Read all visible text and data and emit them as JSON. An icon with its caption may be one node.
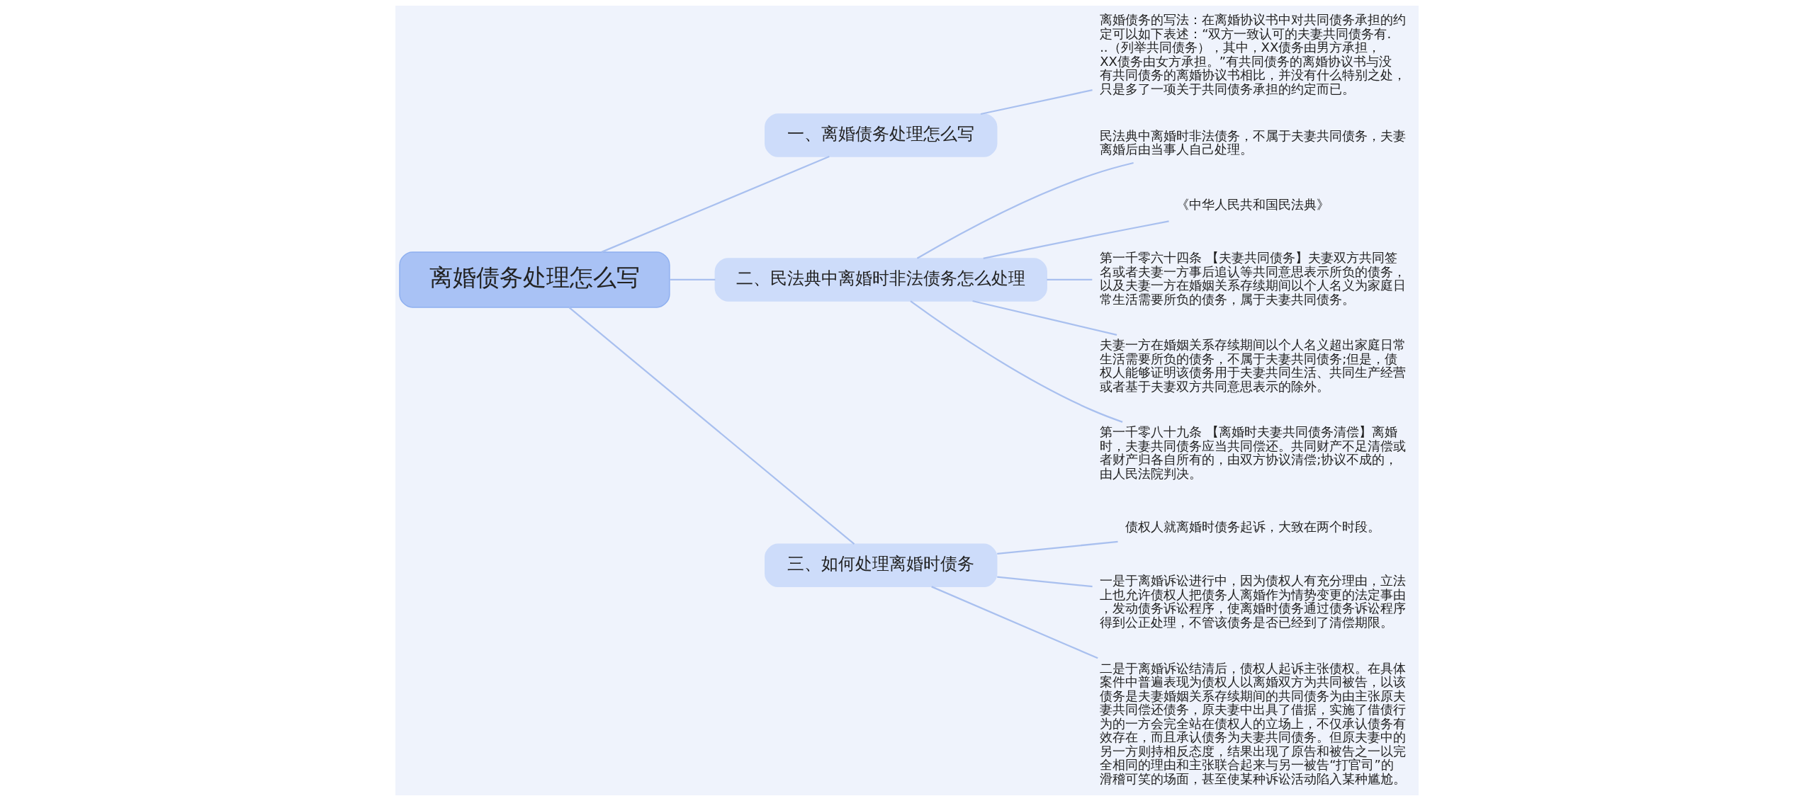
{
  "diagram": {
    "nodes": [
      {
        "text": [
          "离婚债务处理怎么写"
        ]
      },
      {
        "text": [
          "一、离婚债务处理怎么写"
        ]
      },
      {
        "text": [
          "离婚债务的写法：在离婚协议书中对共同债务承担的约定可以如下表述：“双方一致认可的夫妻共同债务有...（列举共同债务），其中，XX债务由男方承担，XX债务由女方承担。”有共同债务的离婚协议书与没有共同债务的离婚协议书相比，并没有什么特别之处，只是多了一项关于共同债务承担的约定而已。"
        ]
      },
      {
        "text": [
          "二、民法典中离婚时非法债务怎么处理"
        ]
      },
      {
        "text": [
          "民法典中离婚时非法债务，不属于夫妻共同债务，夫妻离婚后由当事人自己处理。"
        ]
      },
      {
        "text": [
          "《中华人民共和国民法典》"
        ]
      },
      {
        "text": [
          "第一千零六十四条 【夫妻共同债务】夫妻双方共同签名或者夫妻一方事后追认等共同意思表示所负的债务，以及夫妻一方在婚姻关系存续期间以个人名义为家庭日常生活需要所负的债务，属于夫妻共同债务。"
        ]
      },
      {
        "text": [
          "夫妻一方在婚姻关系存续期间以个人名义超出家庭日常生活需要所负的债务，不属于夫妻共同债务;但是，债权人能够证明该债务用于夫妻共同生活、共同生产经营或者基于夫妻双方共同意思表示的除外。"
        ]
      },
      {
        "text": [
          "第一千零八十九条 【离婚时夫妻共同债务清偿】离婚时，夫妻共同债务应当共同偿还。共同财产不足清偿或者财产归各自所有的，由双方协议清偿;协议不成的，由人民法院判决。"
        ]
      },
      {
        "text": [
          "三、如何处理离婚时债务"
        ]
      },
      {
        "text": [
          "债权人就离婚时债务起诉，大致在两个时段。"
        ]
      },
      {
        "text": [
          "一是于离婚诉讼进行中，因为债权人有充分理由，立法上也允许债权人把债务人离婚作为情势变更的法定事由，发动债务诉讼程序，使离婚时债务通过债务诉讼程序得到公正处理，不管该债务是否已经到了清偿期限。"
        ]
      },
      {
        "text": [
          "二是于离婚诉讼结清后，债权人起诉主张债权。在具体案件中普遍表现为债权人以离婚双方为共同被告，以该债务是夫妻婚姻关系存续期间的共同债务为由主张原夫妻共同偿还债务，原夫妻中出具了借据，实施了借债行为的一方会完全站在债权人的立场上，不仅承认债务有效存在，而且承认债务为夫妻共同债务。但原夫妻中的另一方则持相反态度，结果出现了原告和被告之一以完全相同的理由和主张联合起来与另一被告“打官司”的滑稽可笑的场面，甚至使某种诉讼活动陷入某种尴尬。"
        ]
      }
    ],
    "edges": [
      {
        "from": 0,
        "to": 1,
        "arrow": "none"
      },
      {
        "from": 1,
        "to": 2,
        "arrow": "none"
      },
      {
        "from": 0,
        "to": 3,
        "arrow": "none"
      },
      {
        "from": 3,
        "to": 4,
        "arrow": "none"
      },
      {
        "from": 3,
        "to": 5,
        "arrow": "none"
      },
      {
        "from": 3,
        "to": 6,
        "arrow": "none"
      },
      {
        "from": 3,
        "to": 7,
        "arrow": "none"
      },
      {
        "from": 3,
        "to": 8,
        "arrow": "none"
      },
      {
        "from": 0,
        "to": 9,
        "arrow": "none"
      },
      {
        "from": 9,
        "to": 10,
        "arrow": "none"
      },
      {
        "from": 9,
        "to": 11,
        "arrow": "none"
      },
      {
        "from": 9,
        "to": 12,
        "arrow": "none"
      }
    ]
  }
}
